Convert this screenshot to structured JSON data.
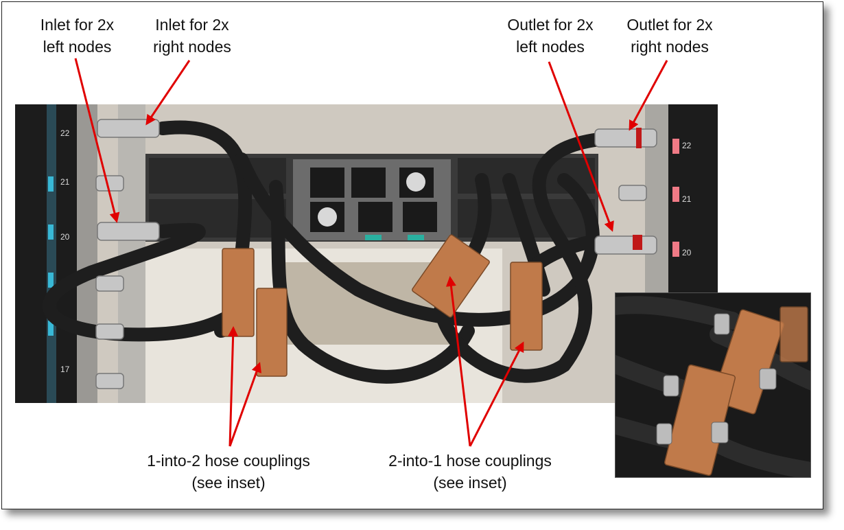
{
  "labels": {
    "inlet_left_l1": "Inlet for 2x",
    "inlet_left_l2": "left nodes",
    "inlet_right_l1": "Inlet for 2x",
    "inlet_right_l2": "right nodes",
    "outlet_left_l1": "Outlet for 2x",
    "outlet_left_l2": "left nodes",
    "outlet_right_l1": "Outlet for 2x",
    "outlet_right_l2": "right nodes",
    "coupling_1to2_l1": "1-into-2 hose couplings",
    "coupling_1to2_l2": "(see inset)",
    "coupling_2to1_l1": "2-into-1 hose couplings",
    "coupling_2to1_l2": "(see inset)"
  },
  "rack_units": {
    "left": [
      "22",
      "21",
      "20",
      "17"
    ],
    "right": [
      "22",
      "21",
      "20"
    ]
  },
  "colors": {
    "arrow": "#e00000",
    "hose": "#1e1e1e",
    "copper": "#c07a4a",
    "rack_left_tab": "#38b8d6",
    "rack_right_tab": "#f07a86"
  }
}
